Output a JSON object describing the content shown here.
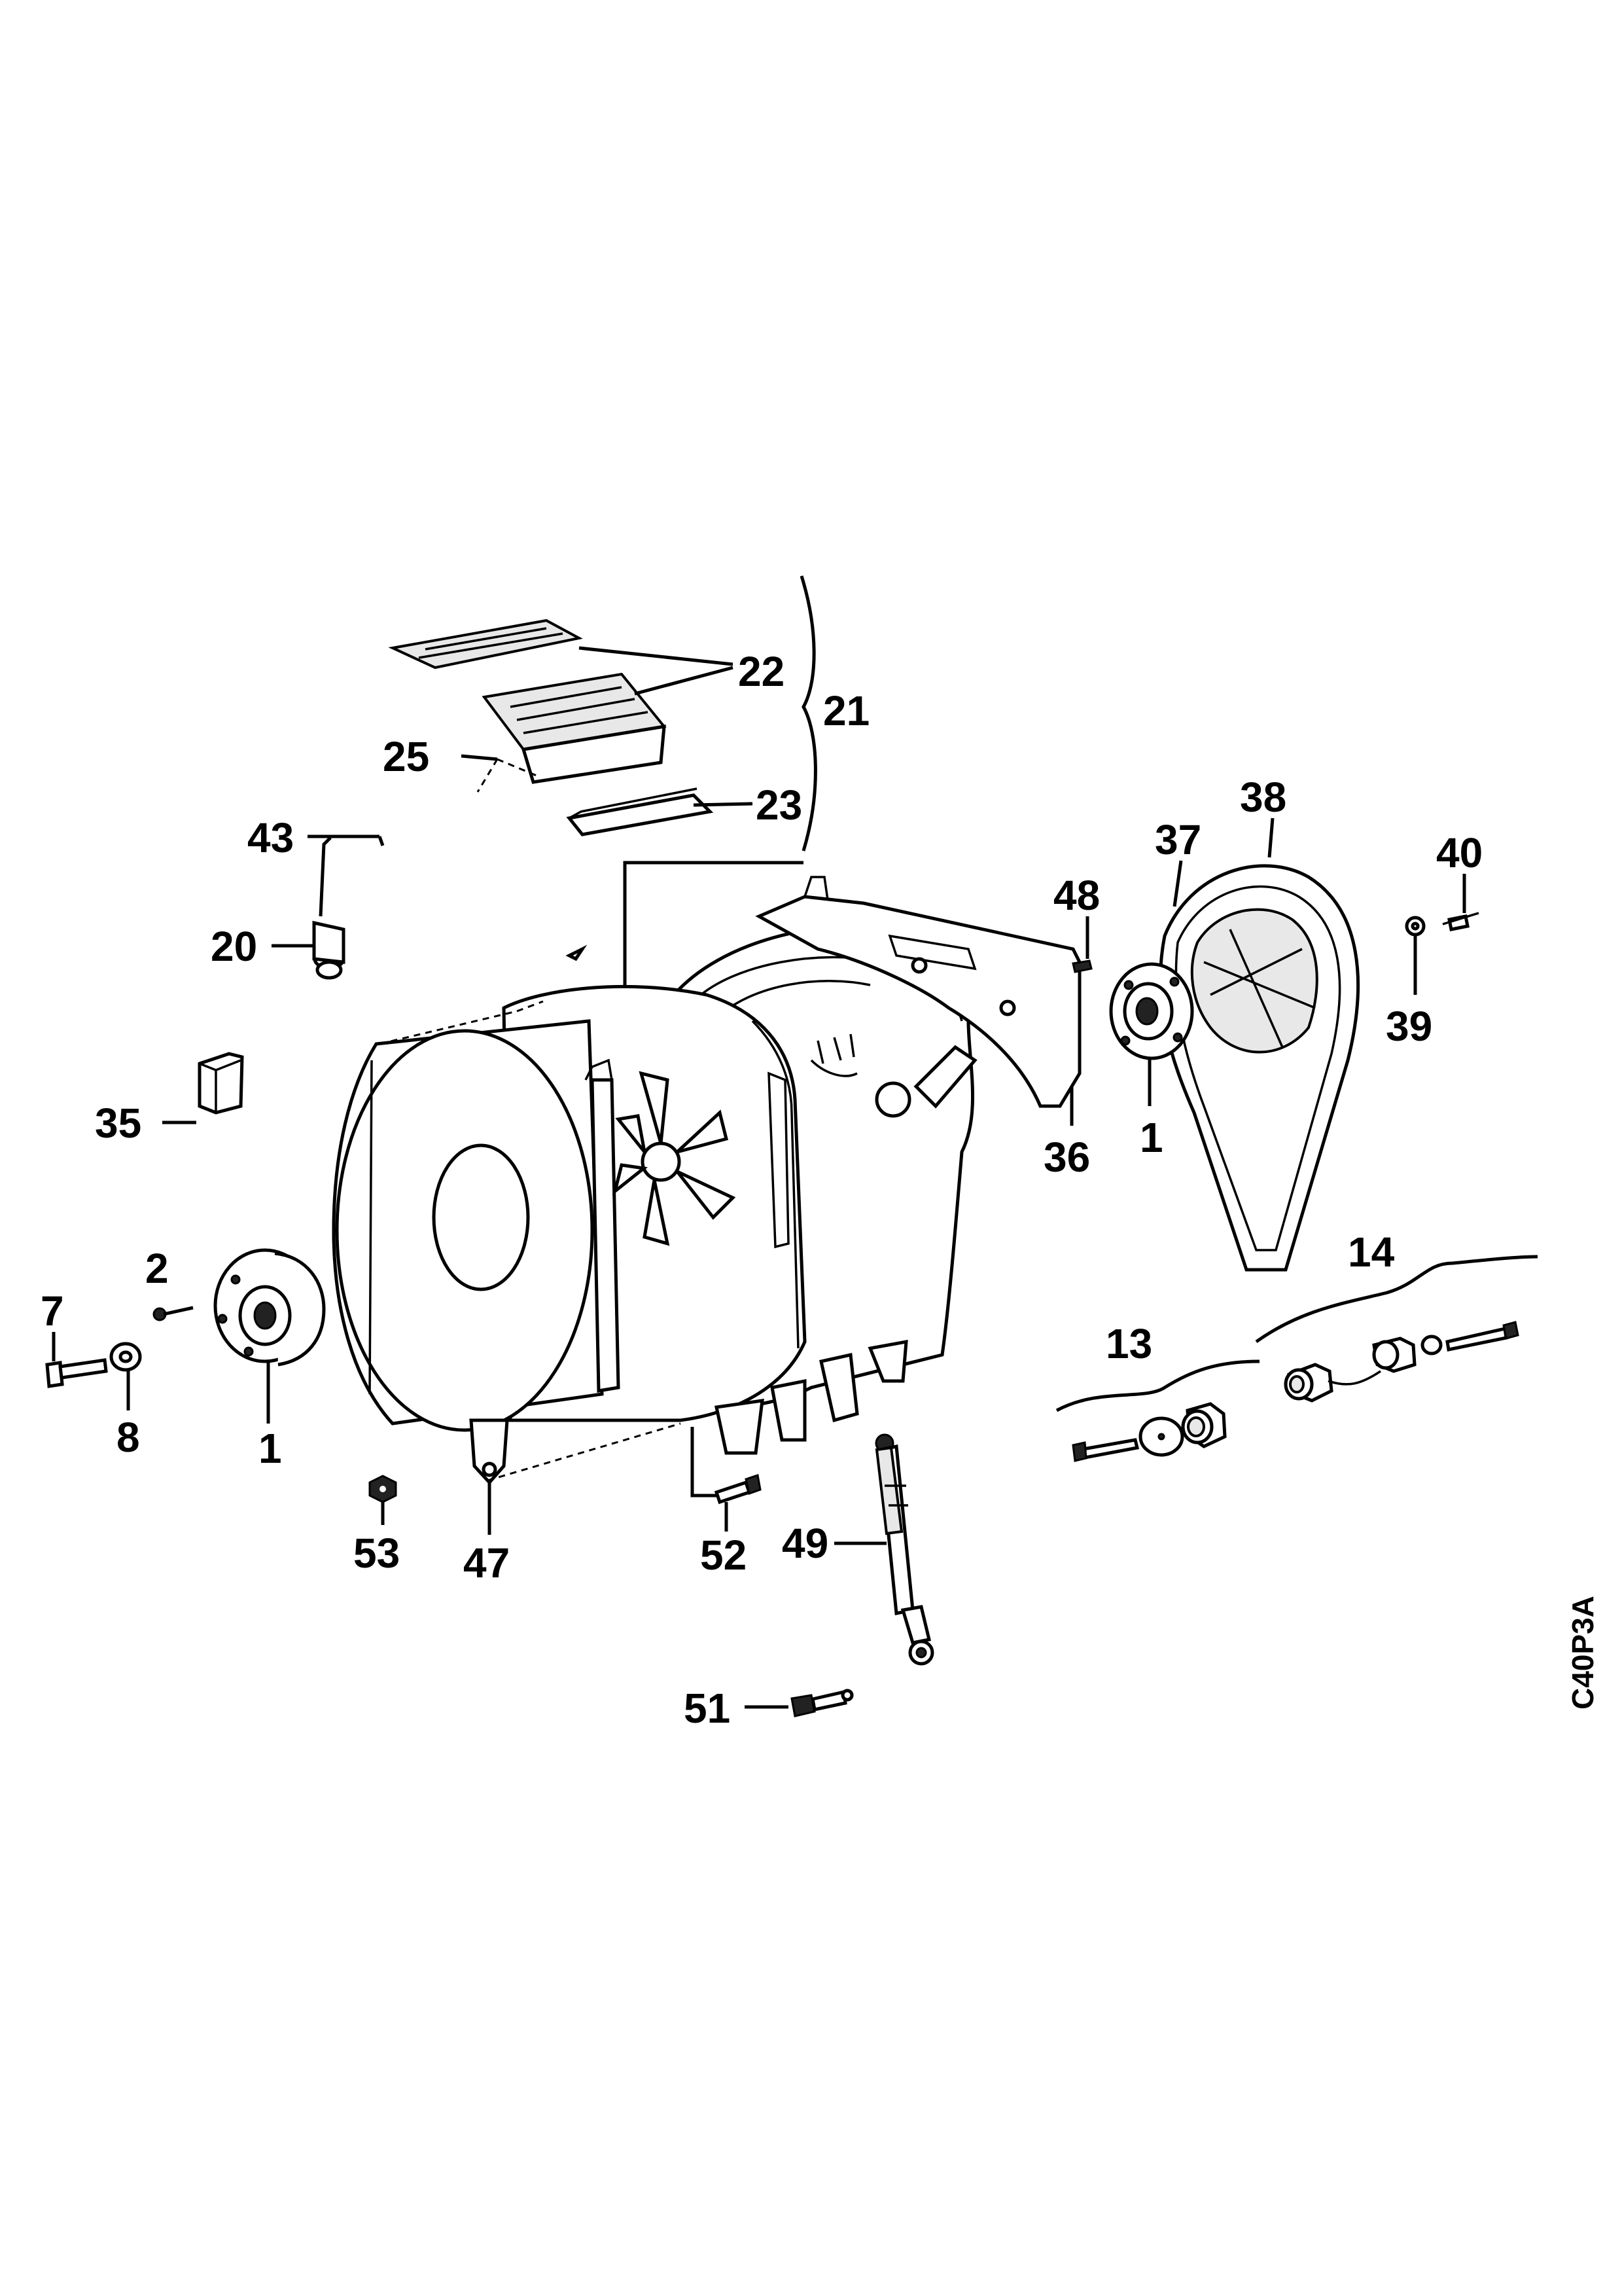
{
  "diagram": {
    "code": "C40P3A",
    "labels": {
      "l1a": "1",
      "l1b": "1",
      "l2": "2",
      "l7": "7",
      "l8": "8",
      "l13": "13",
      "l14": "14",
      "l20": "20",
      "l21": "21",
      "l22": "22",
      "l23": "23",
      "l25": "25",
      "l35": "35",
      "l36": "36",
      "l37": "37",
      "l38": "38",
      "l39": "39",
      "l40": "40",
      "l43": "43",
      "l47": "47",
      "l48": "48",
      "l49": "49",
      "l51": "51",
      "l52": "52",
      "l53": "53"
    }
  }
}
